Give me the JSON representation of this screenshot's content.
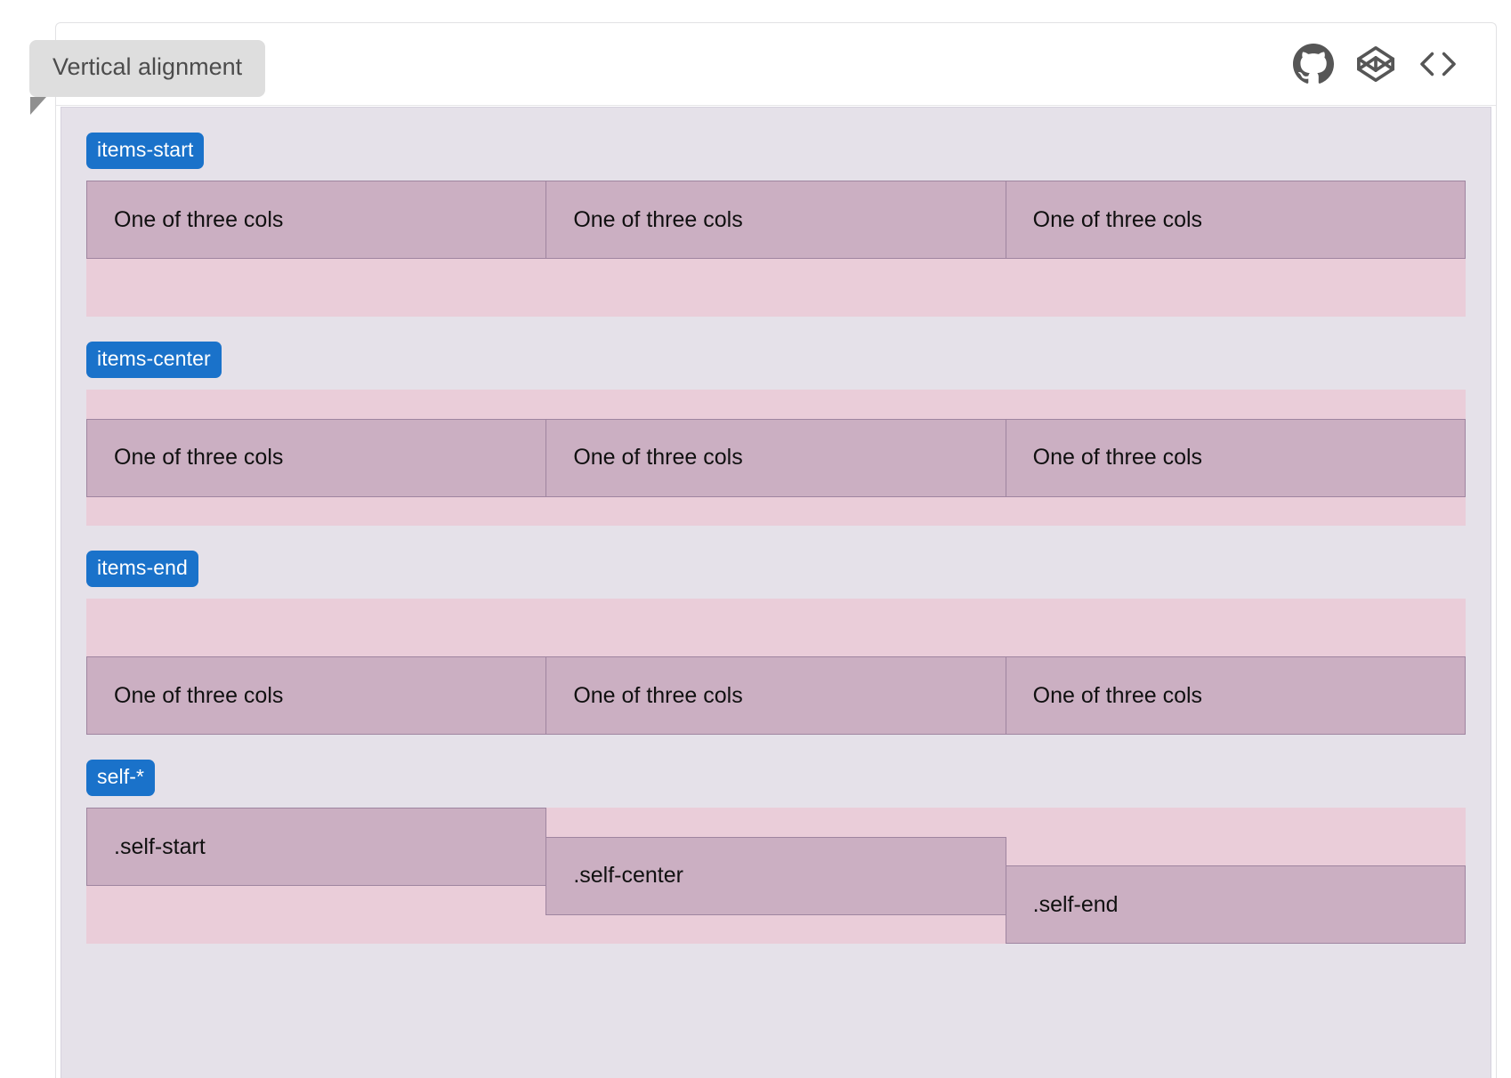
{
  "panel": {
    "title_chip": "Vertical alignment",
    "header_icons": [
      {
        "name": "github-icon",
        "label": "GitHub"
      },
      {
        "name": "codepen-icon",
        "label": "CodePen"
      },
      {
        "name": "code-brackets-icon",
        "label": "Code"
      }
    ]
  },
  "colors": {
    "badge_bg": "#1a72ca",
    "badge_text": "#ffffff",
    "surface_bg": "#e5e1e9",
    "row_bg": "#eacdd9",
    "col_bg": "#cbafc2",
    "col_border": "#9f85a0",
    "chip_bg": "#dedede",
    "chip_text": "#4c4c4c",
    "panel_bg": "#ffffff",
    "icon_color": "#565656"
  },
  "sections": [
    {
      "badge": "items-start",
      "align": "start",
      "columns": [
        {
          "label": "One of three cols"
        },
        {
          "label": "One of three cols"
        },
        {
          "label": "One of three cols"
        }
      ]
    },
    {
      "badge": "items-center",
      "align": "center",
      "columns": [
        {
          "label": "One of three cols"
        },
        {
          "label": "One of three cols"
        },
        {
          "label": "One of three cols"
        }
      ]
    },
    {
      "badge": "items-end",
      "align": "end",
      "columns": [
        {
          "label": "One of three cols"
        },
        {
          "label": "One of three cols"
        },
        {
          "label": "One of three cols"
        }
      ]
    },
    {
      "badge": "self-*",
      "align": "self",
      "columns": [
        {
          "label": ".self-start",
          "self": "start"
        },
        {
          "label": ".self-center",
          "self": "center"
        },
        {
          "label": ".self-end",
          "self": "end"
        }
      ]
    }
  ]
}
